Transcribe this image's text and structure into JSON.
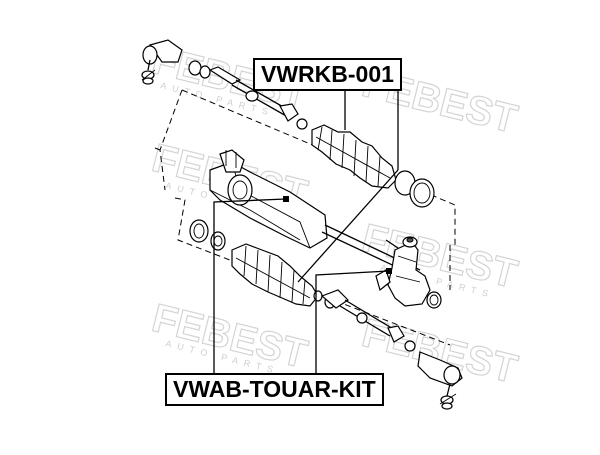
{
  "labels": {
    "top": "VWRKB-001",
    "bottom": "VWAB-TOUAR-KIT"
  },
  "watermark": {
    "brand": "FEBEST",
    "tagline": "AUTO PARTS"
  },
  "colors": {
    "line": "#000000",
    "watermark": "#d4d4d4",
    "background": "#ffffff"
  }
}
